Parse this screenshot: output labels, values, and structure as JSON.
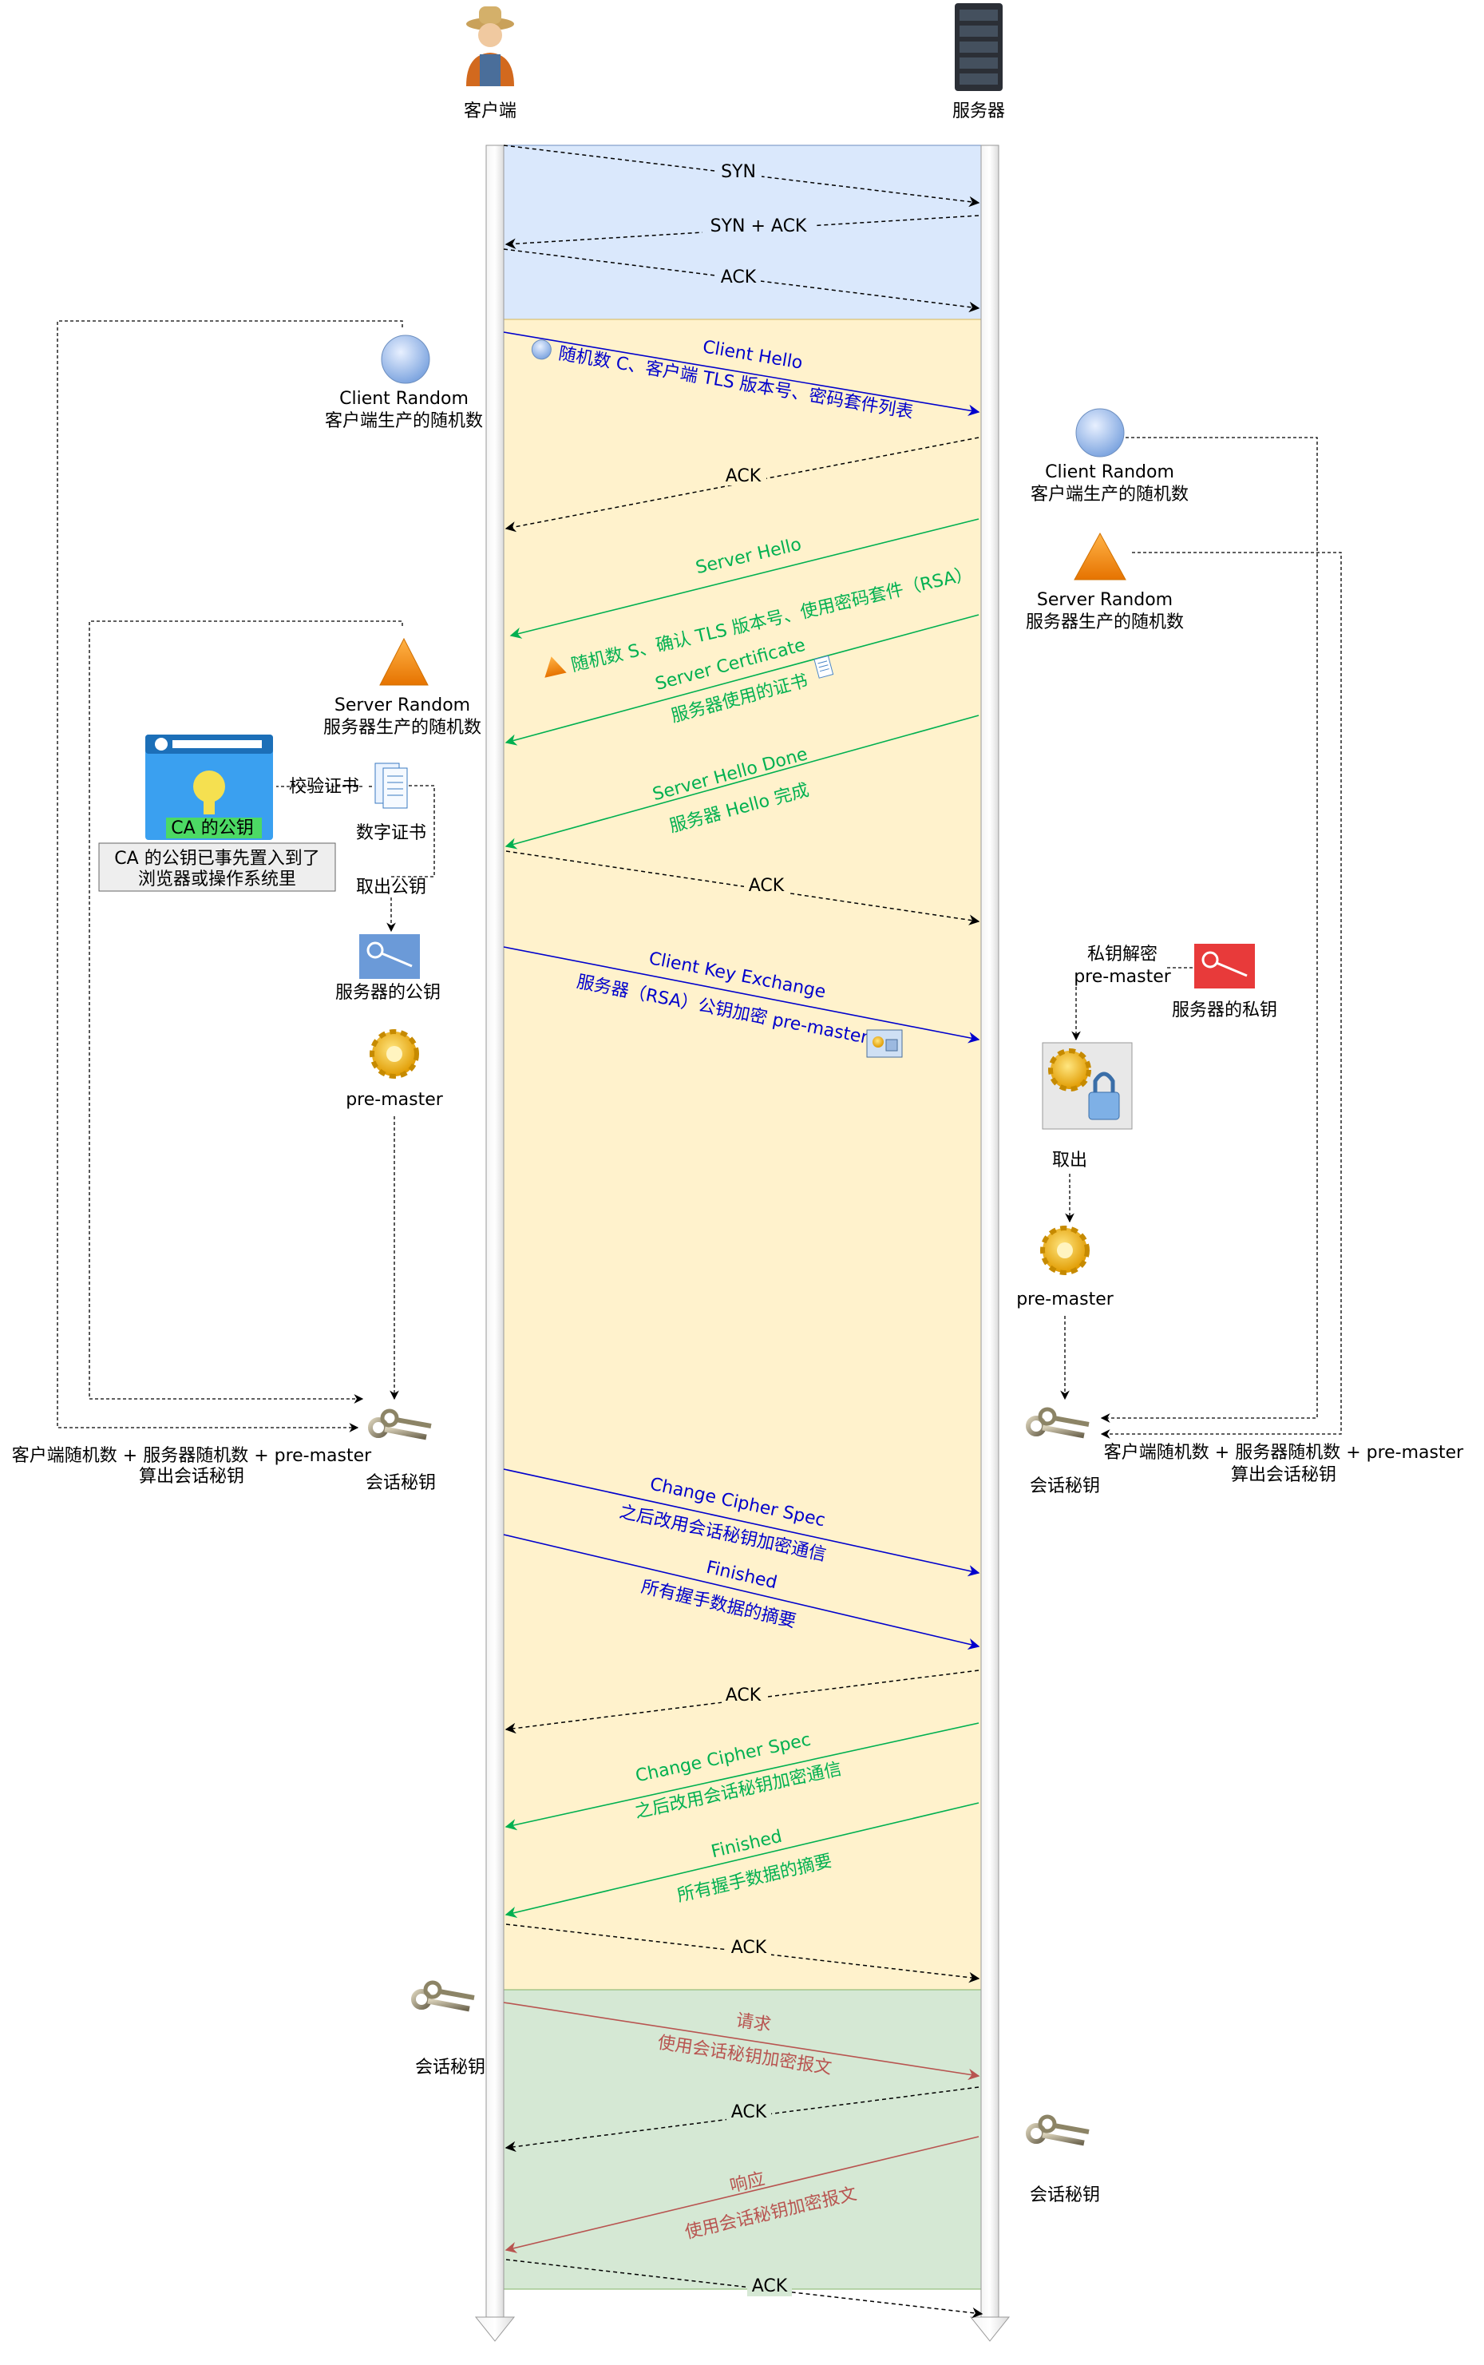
{
  "actors": {
    "client": "客户端",
    "server": "服务器"
  },
  "colors": {
    "tcp_bg": "#dae8fc",
    "tls_bg": "#fff2cc",
    "app_bg": "#d5e8d4",
    "client_msg": "#0000cc",
    "server_msg": "#00b050",
    "app_msg": "#b85450",
    "ack": "#000000"
  },
  "tcp": {
    "syn": "SYN",
    "syn_ack": "SYN + ACK",
    "ack": "ACK"
  },
  "messages": {
    "client_hello_1": "Client Hello",
    "client_hello_2": "随机数 C、客户端 TLS 版本号、密码套件列表",
    "ack": "ACK",
    "server_hello_1": "Server Hello",
    "server_hello_2": "随机数 S、确认 TLS 版本号、使用密码套件（RSA）",
    "server_cert_1": "Server Certificate",
    "server_cert_2": "服务器使用的证书",
    "server_done_1": "Server Hello Done",
    "server_done_2": "服务器 Hello 完成",
    "cke_1": "Client Key Exchange",
    "cke_2": "服务器（RSA）公钥加密 pre-master",
    "ccs_1": "Change Cipher Spec",
    "ccs_2": "之后改用会话秘钥加密通信",
    "fin_1": "Finished",
    "fin_2": "所有握手数据的摘要",
    "req_1": "请求",
    "req_2": "使用会话秘钥加密报文",
    "resp_1": "响应",
    "resp_2": "使用会话秘钥加密报文"
  },
  "client_side": {
    "client_random_1": "Client Random",
    "client_random_2": "客户端生产的随机数",
    "server_random_1": "Server Random",
    "server_random_2": "服务器生产的随机数",
    "ca_key": "CA 的公钥",
    "ca_note_1": "CA 的公钥已事先置入到了",
    "ca_note_2": "浏览器或操作系统里",
    "verify": "校验证书",
    "digital_cert": "数字证书",
    "take_pubkey": "取出公钥",
    "server_pubkey": "服务器的公钥",
    "pre_master": "pre-master",
    "formula_1": "客户端随机数 + 服务器随机数 +  pre-master",
    "formula_2": "算出会话秘钥",
    "session_key": "会话秘钥",
    "session_key_2": "会话秘钥"
  },
  "server_side": {
    "client_random_1": "Client Random",
    "client_random_2": "客户端生产的随机数",
    "server_random_1": "Server Random",
    "server_random_2": "服务器生产的随机数",
    "decrypt_1": "私钥解密",
    "decrypt_2": "pre-master",
    "private_key": "服务器的私钥",
    "take_out": "取出",
    "pre_master": "pre-master",
    "session_key": "会话秘钥",
    "formula_1": "客户端随机数 + 服务器随机数 +  pre-master",
    "formula_2": "算出会话秘钥",
    "session_key_2": "会话秘钥"
  }
}
